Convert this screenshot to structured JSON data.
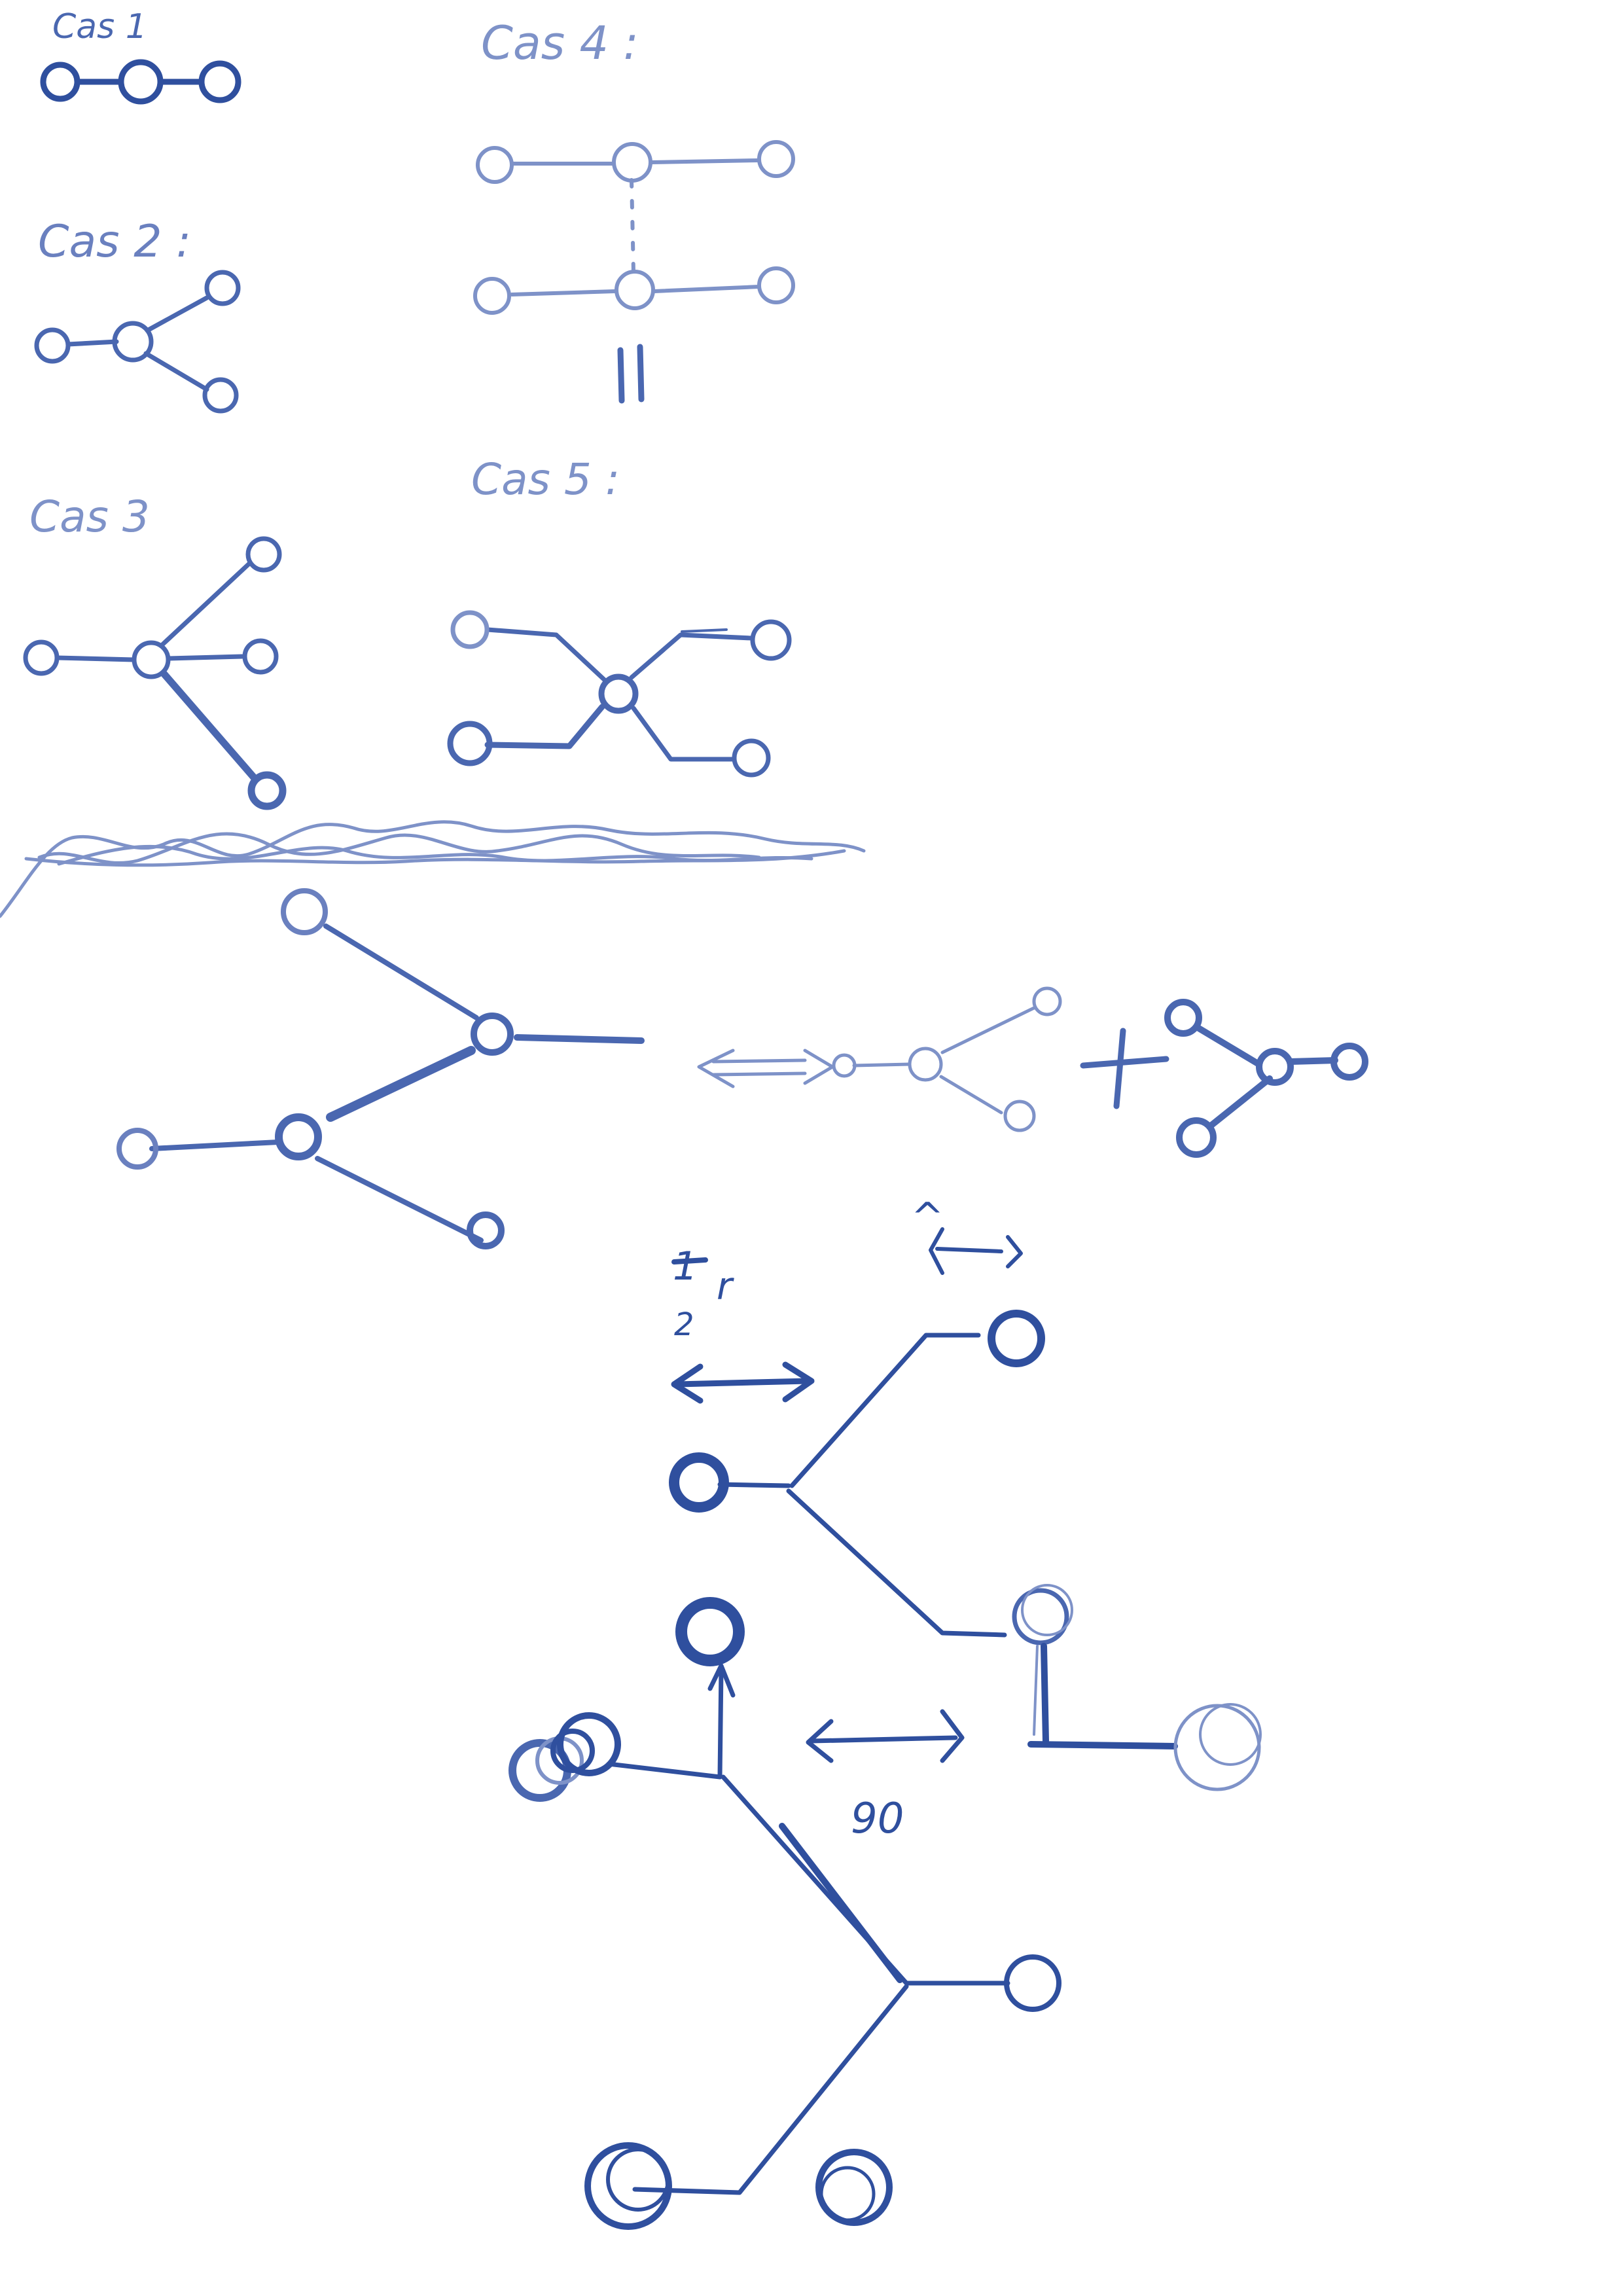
{
  "labels": {
    "case1": "Cas 1",
    "case2": "Cas 2 :",
    "case3": "Cas 3",
    "case4": "Cas 4 :",
    "case5": "Cas 5 :",
    "equals_sign": "=",
    "equivalence": "<=>",
    "plus": "+",
    "half_r_numerator": "1",
    "half_r_denominator": "2",
    "half_r_symbol": "r",
    "angle_hat": "^",
    "angle_bracket": "(—)",
    "angle_90": "90"
  },
  "colors": {
    "ink_dark": "#2f4f9e",
    "ink_mid": "#4a67b0",
    "ink_light": "#7e92c8",
    "background": "#ffffff"
  }
}
